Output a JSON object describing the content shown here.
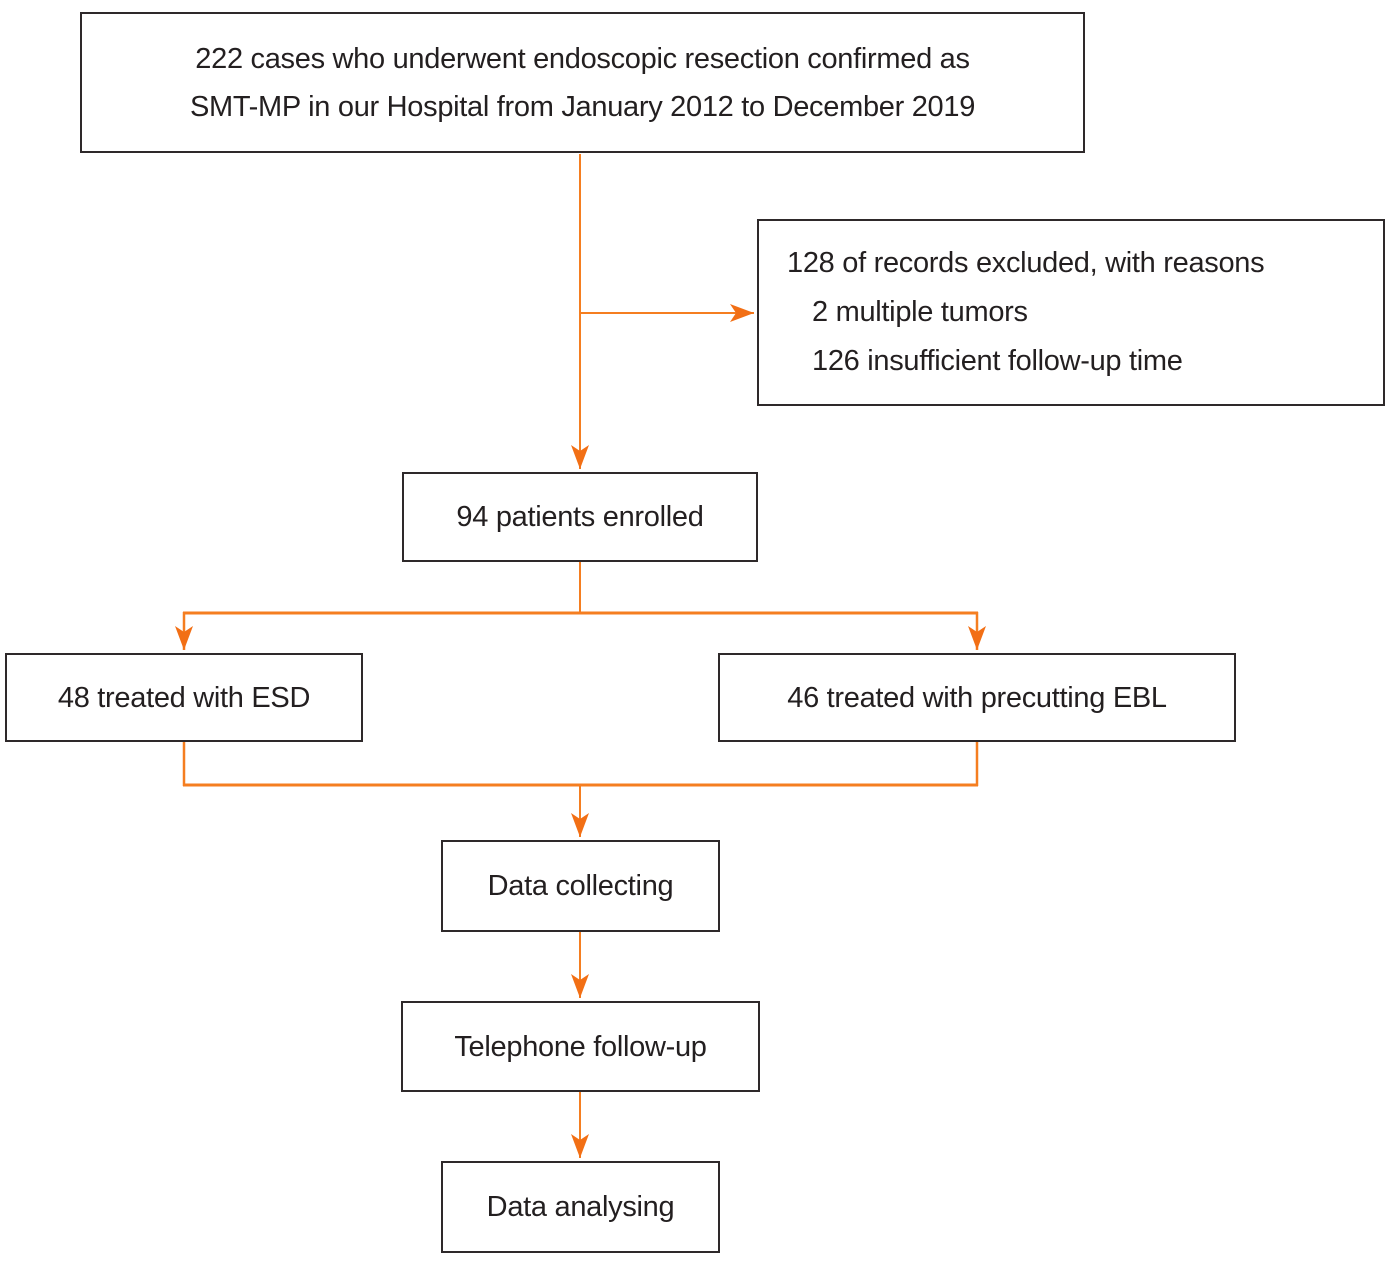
{
  "diagram": {
    "type": "flowchart",
    "accent_color": "#f57e20",
    "border_color": "#2e292a",
    "text_color": "#231f20",
    "nodes": {
      "source": {
        "lines": [
          "222 cases who underwent endoscopic resection confirmed as",
          "SMT-MP in our Hospital from January 2012 to December 2019"
        ]
      },
      "excluded": {
        "title": "128 of records excluded, with reasons",
        "reasons": [
          "2 multiple tumors",
          "126 insufficient follow-up time"
        ]
      },
      "enrolled": {
        "text": "94 patients enrolled"
      },
      "esd": {
        "text": "48 treated with ESD"
      },
      "ebl": {
        "text": "46 treated with precutting EBL"
      },
      "collecting": {
        "text": "Data collecting"
      },
      "followup": {
        "text": "Telephone follow-up"
      },
      "analysing": {
        "text": "Data analysing"
      }
    }
  }
}
